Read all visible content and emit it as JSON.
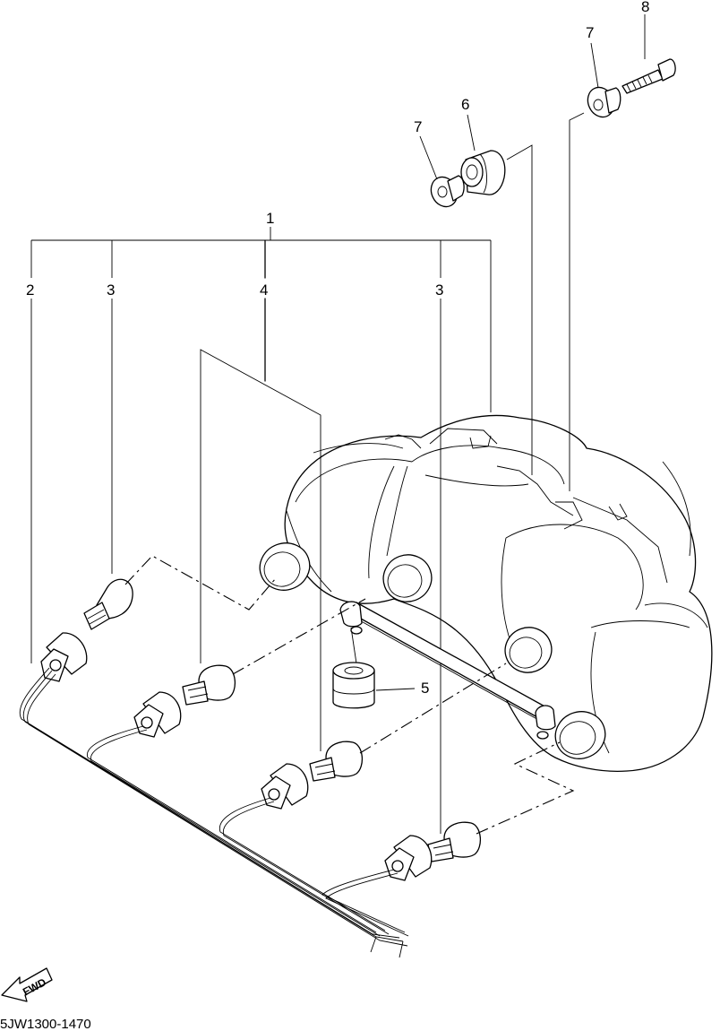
{
  "diagram": {
    "callouts": {
      "c1": "1",
      "c2": "2",
      "c3a": "3",
      "c3b": "3",
      "c4": "4",
      "c5": "5",
      "c6": "6",
      "c7a": "7",
      "c7b": "7",
      "c8": "8"
    },
    "fwd_label": "FWD",
    "drawing_code": "5JW1300-1470"
  }
}
